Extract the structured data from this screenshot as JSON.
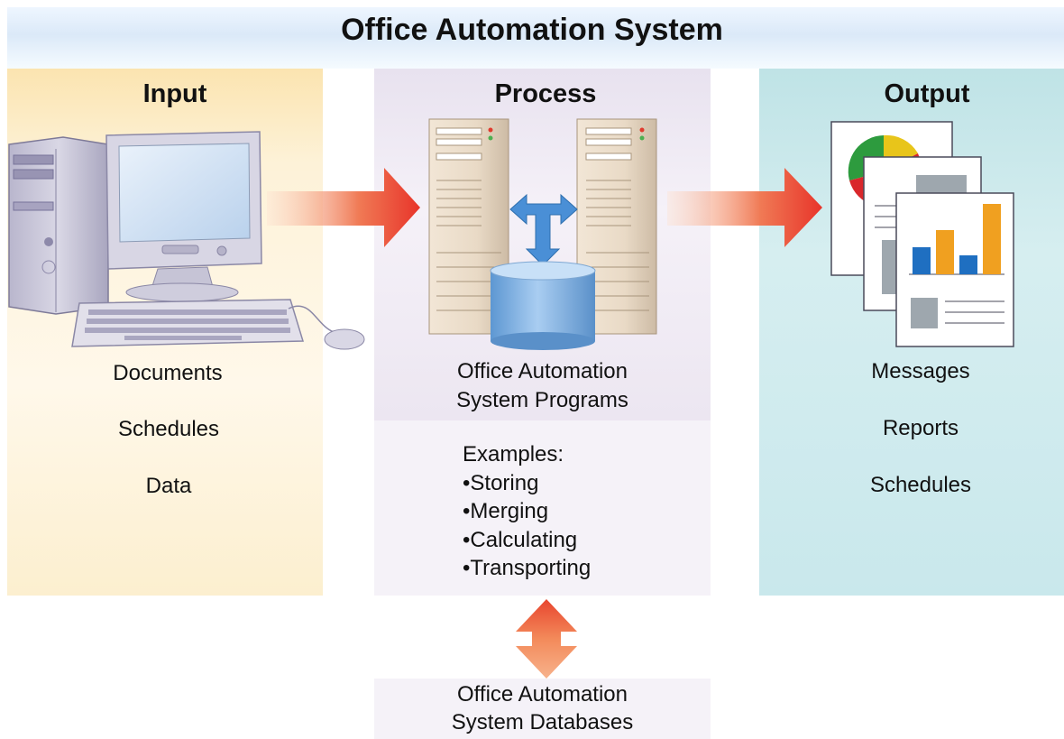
{
  "title": "Office Automation System",
  "input": {
    "heading": "Input",
    "items": [
      "Documents",
      "Schedules",
      "Data"
    ]
  },
  "process": {
    "heading": "Process",
    "programs_line1": "Office Automation",
    "programs_line2": "System Programs",
    "examples_title": "Examples:",
    "examples": [
      "•Storing",
      "•Merging",
      "•Calculating",
      "•Transporting"
    ],
    "databases_line1": "Office Automation",
    "databases_line2": "System Databases"
  },
  "output": {
    "heading": "Output",
    "items": [
      "Messages",
      "Reports",
      "Schedules"
    ]
  },
  "colors": {
    "arrow_red": "#e8342a",
    "double_arrow_blue": "#4a8fd6",
    "cylinder_blue": "#7fb2e4",
    "bar_blue": "#1f6fc1",
    "bar_orange": "#f0a020"
  }
}
